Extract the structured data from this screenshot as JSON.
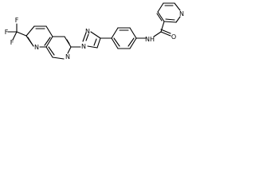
{
  "molecule": {
    "labels": {
      "cf3_f_left": "F",
      "cf3_f_top": "F",
      "cf3_f_bottom": "F",
      "napht_n_ring1": "N",
      "napht_n_ring2": "N",
      "pyrazole_n1": "N",
      "pyrazole_n2": "N",
      "amide_nh": "N",
      "amide_h": "H",
      "amide_o": "O",
      "pyridine_n": "N"
    }
  }
}
